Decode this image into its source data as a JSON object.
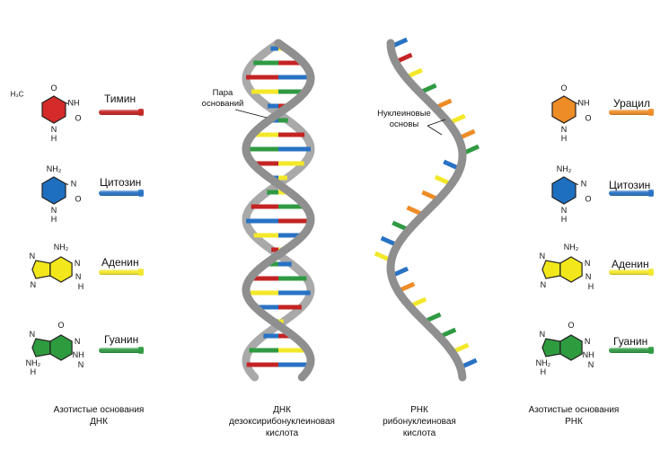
{
  "dna_bases": {
    "caption": [
      "Азотистые основания",
      "ДНК"
    ],
    "items": [
      {
        "name": "Тимин",
        "color": "#d42a2a",
        "stub": "#c42424",
        "kind": "pyrimidine",
        "groups": [
          "O",
          "NH",
          "O",
          "N",
          "H",
          "H₃C"
        ]
      },
      {
        "name": "Цитозин",
        "color": "#1f6fc0",
        "stub": "#2872c4",
        "kind": "pyrimidine",
        "groups": [
          "NH₂",
          "N",
          "O",
          "N",
          "H"
        ]
      },
      {
        "name": "Аденин",
        "color": "#f2e71a",
        "stub": "#f3e82a",
        "kind": "purine",
        "groups": [
          "NH₂",
          "N",
          "N",
          "N",
          "N",
          "H"
        ]
      },
      {
        "name": "Гуанин",
        "color": "#2e9b3f",
        "stub": "#2f9a42",
        "kind": "purine",
        "groups": [
          "O",
          "N",
          "NH",
          "N",
          "NH₂",
          "N",
          "H"
        ]
      }
    ]
  },
  "rna_bases": {
    "caption": [
      "Азотистые основания",
      "РНК"
    ],
    "items": [
      {
        "name": "Урацил",
        "color": "#ee8c26",
        "stub": "#ee8c26",
        "kind": "pyrimidine",
        "groups": [
          "O",
          "NH",
          "O",
          "N",
          "H"
        ]
      },
      {
        "name": "Цитозин",
        "color": "#1f6fc0",
        "stub": "#2872c4",
        "kind": "pyrimidine",
        "groups": [
          "NH₂",
          "N",
          "O",
          "N",
          "H"
        ]
      },
      {
        "name": "Аденин",
        "color": "#f2e71a",
        "stub": "#f3e82a",
        "kind": "purine",
        "groups": [
          "NH₂",
          "N",
          "N",
          "N",
          "N",
          "H"
        ]
      },
      {
        "name": "Гуанин",
        "color": "#2e9b3f",
        "stub": "#2f9a42",
        "kind": "purine",
        "groups": [
          "O",
          "N",
          "NH",
          "N",
          "NH₂",
          "N",
          "H"
        ]
      }
    ]
  },
  "dna": {
    "caption": [
      "ДНК",
      "дезоксирибонуклеиновая",
      "кислота"
    ],
    "callout": [
      "Пара",
      "оснований"
    ],
    "backbone_color": "#8f8f8f"
  },
  "rna": {
    "caption": [
      "РНК",
      "рибонуклеиновая",
      "кислота"
    ],
    "callout": [
      "Нуклеиновые",
      "основы"
    ],
    "backbone_color": "#8f8f8f"
  }
}
